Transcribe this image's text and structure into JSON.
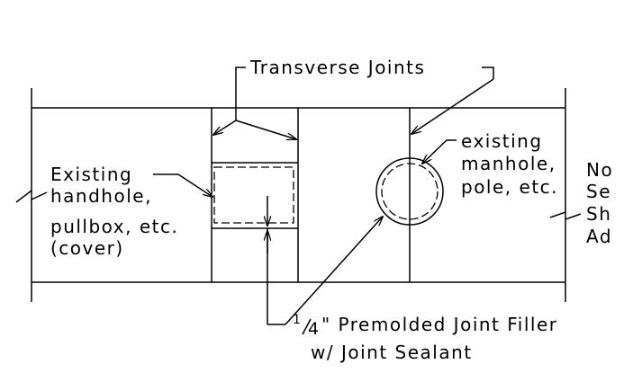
{
  "labels": {
    "transverse_joints": "Transverse Joints",
    "existing_handhole": [
      "Existing",
      "handhole,",
      "pullbox, etc.",
      "(cover)"
    ],
    "existing_manhole": [
      "existing",
      "manhole,",
      "pole, etc."
    ],
    "cut_note": [
      "No",
      "Se",
      "Sh",
      "Ad"
    ],
    "joint_filler_fraction_num": "1",
    "joint_filler_fraction_den": "4",
    "joint_filler_line1_rest": "\" Premolded Joint Filler",
    "joint_filler_line2": "w/ Joint Sealant"
  }
}
